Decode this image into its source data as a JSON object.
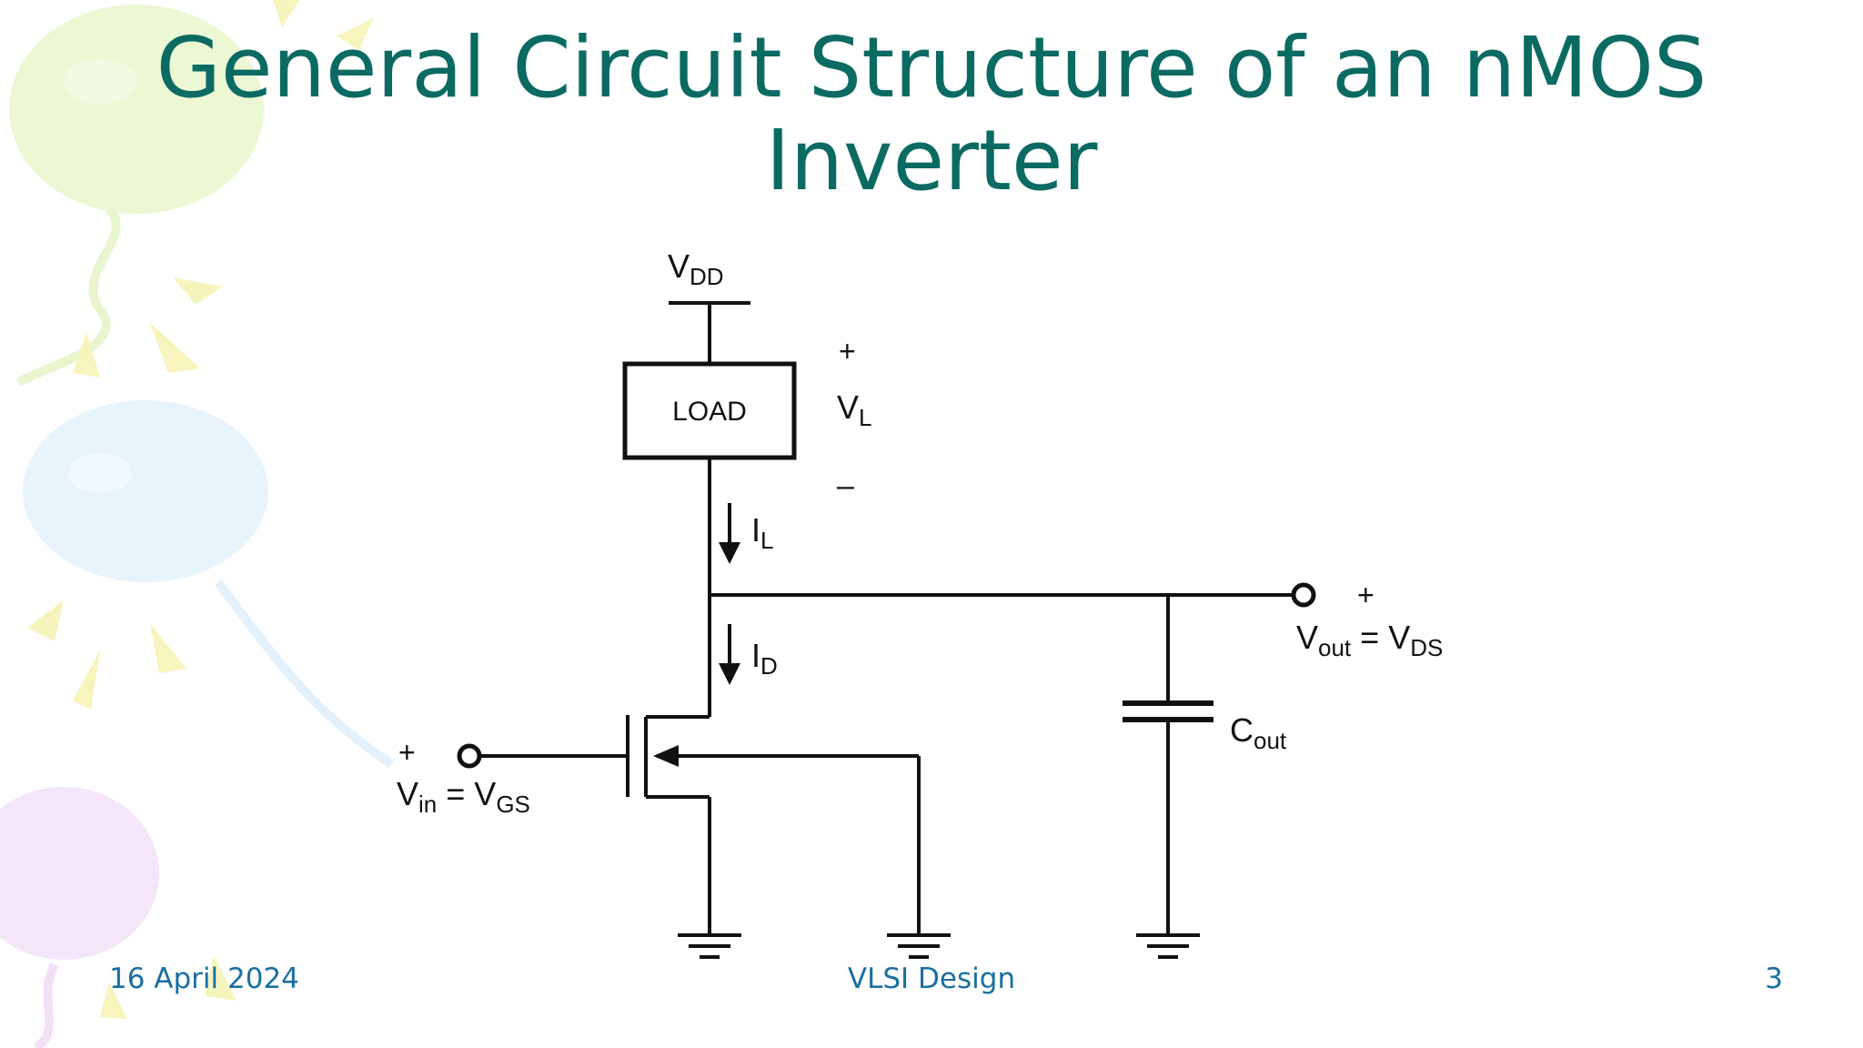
{
  "slide": {
    "title_line1": "General Circuit Structure of an nMOS",
    "title_line2": "Inverter"
  },
  "circuit": {
    "vdd_main": "V",
    "vdd_sub": "DD",
    "load_label": "LOAD",
    "vl_plus": "+",
    "vl_main": "V",
    "vl_sub": "L",
    "vl_minus": "–",
    "il_main": "I",
    "il_sub": "L",
    "id_main": "I",
    "id_sub": "D",
    "vout_plus": "+",
    "vout_main": "V",
    "vout_sub": "out",
    "vout_eq": " = V",
    "vout_sub2": "DS",
    "cout_main": "C",
    "cout_sub": "out",
    "vin_plus": "+",
    "vin_main": "V",
    "vin_sub": "in",
    "vin_eq": " = V",
    "vin_sub2": "GS"
  },
  "footer": {
    "date": "16 April 2024",
    "center": "VLSI Design",
    "page": "3"
  },
  "colors": {
    "title": "#0b6b63",
    "footer": "#1a6fa0",
    "balloon_green": "#e4f5c4",
    "balloon_blue": "#dff0fb",
    "balloon_purple": "#f0dcf5",
    "confetti": "#f7f4b8"
  }
}
